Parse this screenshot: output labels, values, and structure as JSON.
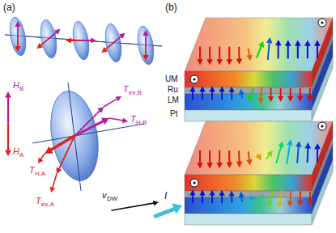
{
  "diagram": {
    "labels": [
      "(a)",
      "(b)",
      "H",
      "B",
      "H",
      "A",
      "T",
      "ex,B",
      "T",
      "H,B",
      "T",
      "H,A",
      "T",
      "ex,A",
      "v",
      "DW",
      "UM",
      "Ru",
      "LM",
      "Pt",
      "I"
    ]
  }
}
